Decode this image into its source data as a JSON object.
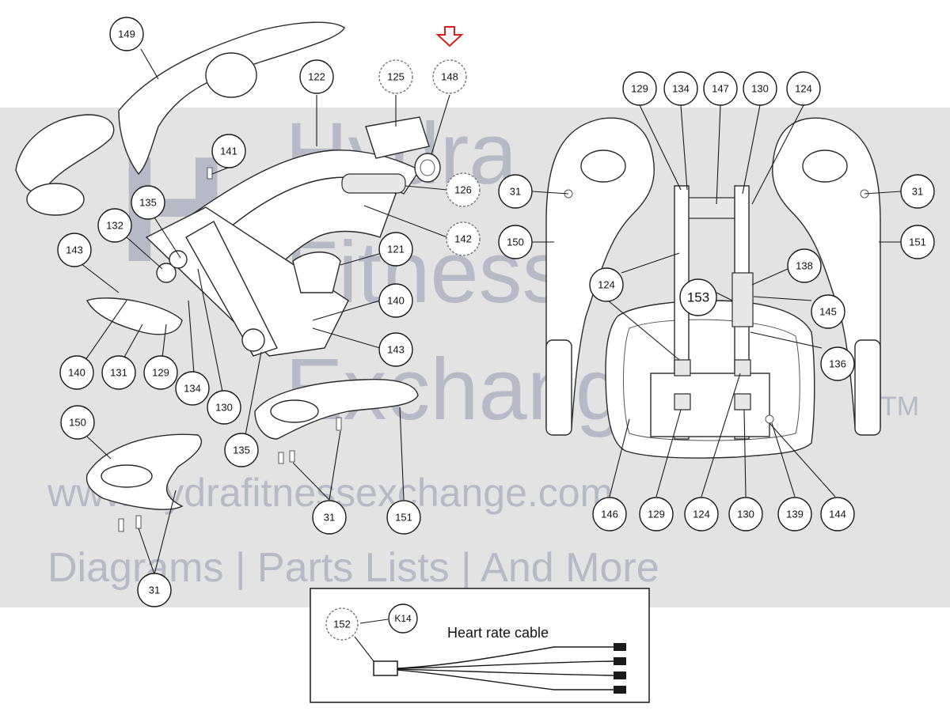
{
  "page": {
    "background": "#ffffff"
  },
  "watermark": {
    "brand_lines": [
      "Hydra",
      "Fitness",
      "Exchange"
    ],
    "trademark": "TM",
    "url": "www.hydrafitnessexchange.com",
    "tagline": "Diagrams | Parts Lists | And More",
    "band_color": "#d9d9d9",
    "text_color": "#b7b9c6"
  },
  "indicator": {
    "icon": "red-down-arrow-icon",
    "color": "#d62020"
  },
  "callouts": {
    "left": {
      "c149": "149",
      "c122": "122",
      "c125": "125",
      "c148": "148",
      "c126": "126",
      "c141": "141",
      "c135a": "135",
      "c132": "132",
      "c143a": "143",
      "c142": "142",
      "c121": "121",
      "c140a": "140",
      "c143b": "143",
      "c140b": "140",
      "c131": "131",
      "c129": "129",
      "c134": "134",
      "c130": "130",
      "c150": "150",
      "c135b": "135",
      "c31a": "31",
      "c151": "151",
      "c31b": "31"
    },
    "right": {
      "c129t": "129",
      "c134t": "134",
      "c147": "147",
      "c130t": "130",
      "c124t": "124",
      "c31l": "31",
      "c31r": "31",
      "c150": "150",
      "c151": "151",
      "c124m": "124",
      "c153": "153",
      "c138": "138",
      "c145": "145",
      "c136": "136",
      "c146": "146",
      "c129b": "129",
      "c124b": "124",
      "c130b": "130",
      "c139": "139",
      "c144": "144"
    }
  },
  "inset": {
    "part_number": "152",
    "kit_label": "K14",
    "title": "Heart rate cable"
  }
}
